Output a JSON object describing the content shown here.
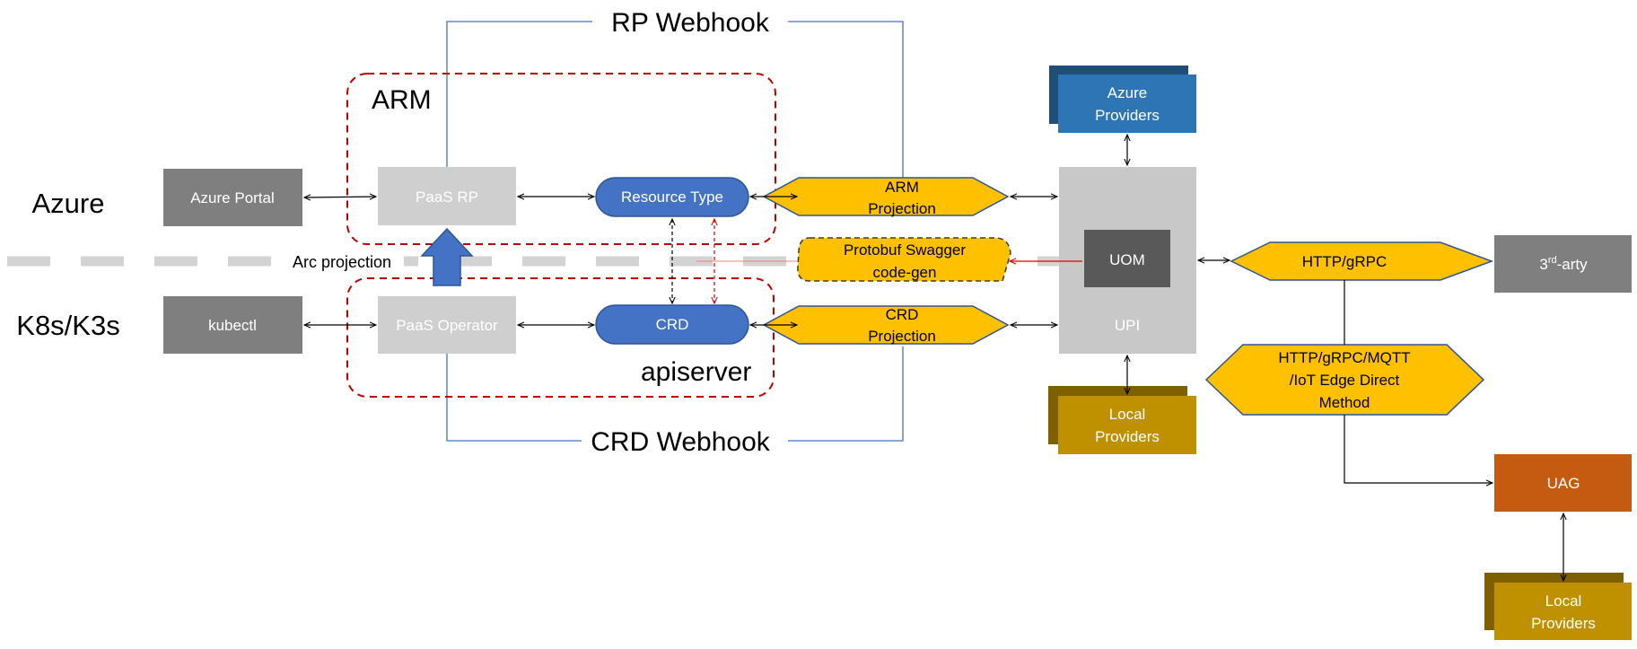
{
  "colors": {
    "dark_gray": "#7f7f7f",
    "light_gray": "#c8c8c8",
    "blue_pill": "#4472c4",
    "gold": "#ffc000",
    "azure_blue": "#2e75b6",
    "azure_blue_shadow": "#1f4e79",
    "olive": "#bf9000",
    "olive_shadow": "#7f6000",
    "uom": "#595959",
    "uag": "#c55a11",
    "red_dash": "#c00000",
    "line_blue": "#4472c4"
  },
  "lanes": {
    "azure": "Azure",
    "k8s": "K8s/K3s"
  },
  "labels": {
    "rp_webhook": "RP Webhook",
    "crd_webhook": "CRD Webhook",
    "arm": "ARM",
    "apiserver": "apiserver",
    "arc_projection": "Arc projection"
  },
  "boxes": {
    "azure_portal": "Azure Portal",
    "kubectl": "kubectl",
    "paas_rp": "PaaS RP",
    "paas_operator": "PaaS Operator",
    "resource_type": "Resource Type",
    "crd": "CRD",
    "arm_projection": [
      "ARM",
      "Projection"
    ],
    "crd_projection": [
      "CRD",
      "Projection"
    ],
    "protobuf": [
      "Protobuf Swagger",
      "code-gen"
    ],
    "azure_providers": [
      "Azure",
      "Providers"
    ],
    "local_providers_1": [
      "Local",
      "Providers"
    ],
    "upi": "UPI",
    "uom": "UOM",
    "http_grpc": "HTTP/gRPC",
    "http_grpc_mqtt": [
      "HTTP/gRPC/MQTT",
      "/IoT Edge Direct",
      "Method"
    ],
    "third_party": {
      "prefix": "3",
      "sup": "rd",
      "suffix": "-arty"
    },
    "uag": "UAG",
    "local_providers_2": [
      "Local",
      "Providers"
    ]
  }
}
